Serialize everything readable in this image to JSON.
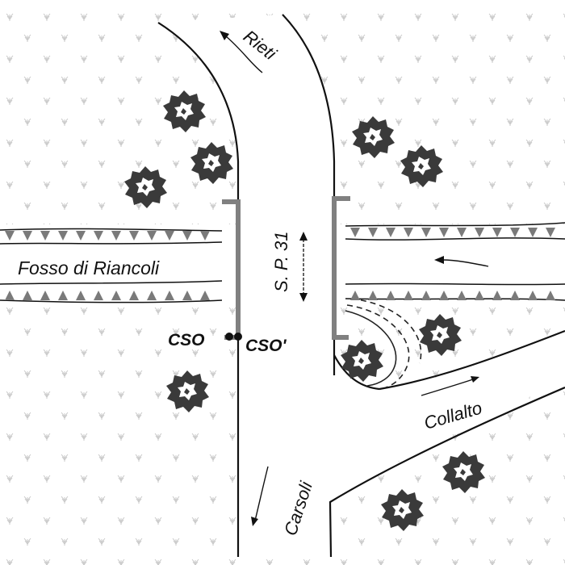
{
  "labels": {
    "rieti": "Rieti",
    "carsoli": "Carsoli",
    "collalto": "Collalto",
    "road": "S. P. 31",
    "stream": "Fosso di Riancoli",
    "cso": "CSO",
    "cso_prime": "CSO'"
  },
  "colors": {
    "background": "#ffffff",
    "ink": "#111111",
    "bridge": "#808080",
    "bank_marks": "#777777",
    "vegetation_pattern": "#c8c8c8",
    "tree": "#333333"
  },
  "icons": [
    "grass-icon",
    "tree-icon",
    "flow-arrow-icon",
    "double-arrow-icon",
    "cso-point-icon"
  ]
}
